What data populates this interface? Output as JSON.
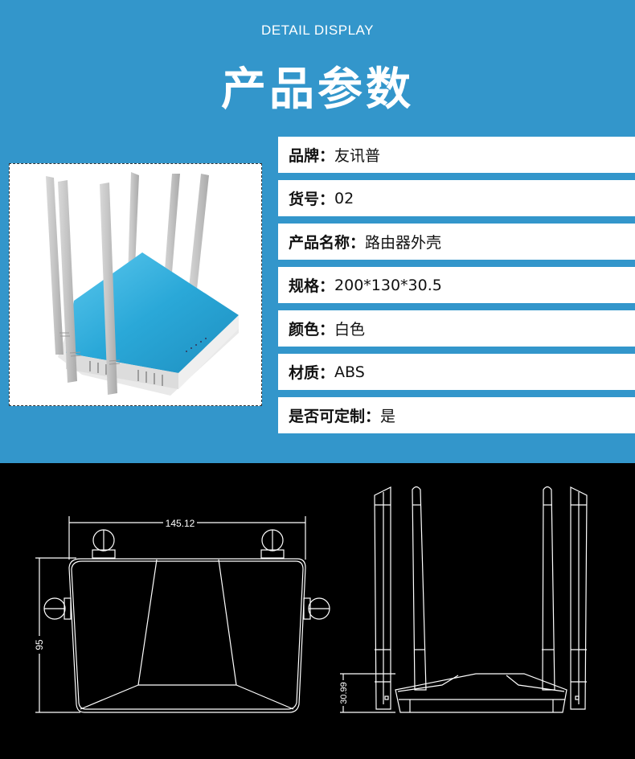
{
  "header": {
    "subtitle": "DETAIL DISPLAY",
    "title": "产品参数",
    "background_color": "#3396cb"
  },
  "product_image": {
    "description": "router-with-six-antennas",
    "cover_color": "#2aa8d8"
  },
  "specs": [
    {
      "label": "品牌：",
      "value": "友讯普"
    },
    {
      "label": "货号：",
      "value": "02"
    },
    {
      "label": "产品名称：",
      "value": "路由器外壳"
    },
    {
      "label": "规格：",
      "value": "200*130*30.5"
    },
    {
      "label": "颜色：",
      "value": "白色"
    },
    {
      "label": "材质：",
      "value": "ABS"
    },
    {
      "label": "是否可定制：",
      "value": "是"
    }
  ],
  "drawings": {
    "top_view": {
      "width_dim": "145.12",
      "height_dim": "95"
    },
    "front_view": {
      "height_dim": "30.99"
    }
  }
}
